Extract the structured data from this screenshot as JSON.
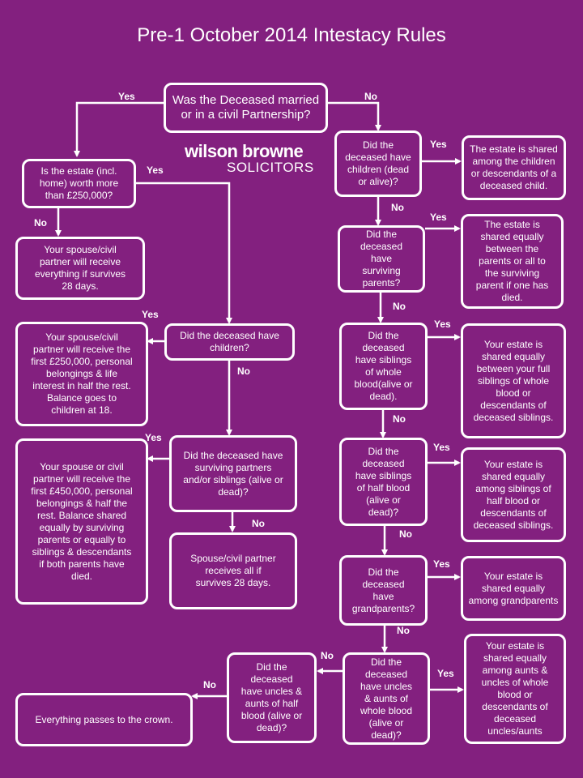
{
  "title": "Pre-1 October 2014 Intestacy Rules",
  "logo": {
    "line1": "wilson browne",
    "line2": "SOLICITORS"
  },
  "colors": {
    "background": "#83207f",
    "foreground": "#ffffff"
  },
  "nodes": {
    "q_married": "Was the Deceased married or in a civil Partnership?",
    "q_estate": "Is the estate (incl. home) worth more than £250,000?",
    "r_spouse_everything": "Your spouse/civil partner will receive everything if survives 28 days.",
    "q_children_spouse": "Did the deceased have children?",
    "r_spouse_250k": "Your spouse/civil partner will receive the first £250,000, personal belongings & life interest in half the rest. Balance goes to children at 18.",
    "q_parents_siblings": "Did the deceased have surviving partners and/or siblings (alive or dead)?",
    "r_spouse_450k": "Your spouse or civil partner will receive the first £450,000, personal belongings & half the rest. Balance shared equally by surviving parents or equally to siblings & descendants if both parents have died.",
    "r_spouse_all": "Spouse/civil partner receives all if survives 28 days.",
    "q_children": "Did the deceased have children (dead or alive)?",
    "r_children": "The estate is shared among the children or descendants of a deceased child.",
    "q_parents": "Did the deceased have surviving parents?",
    "r_parents": "The estate is shared equally between the parents or all to the surviving parent if one has died.",
    "q_whole_siblings": "Did the deceased have siblings of whole blood(alive or dead).",
    "r_whole_siblings": "Your estate is shared equally between your full siblings of whole blood or descendants of deceased siblings.",
    "q_half_siblings": "Did the deceased have siblings of half blood (alive or dead)?",
    "r_half_siblings": "Your estate is shared equally among siblings of half blood or descendants of deceased siblings.",
    "q_grandparents": "Did the deceased have grandparents?",
    "r_grandparents": "Your estate is shared equally among grandparents",
    "q_uncles_whole": "Did the deceased have uncles & aunts of whole blood (alive or dead)?",
    "r_uncles_whole": "Your estate is shared equally among aunts & uncles of whole blood or descendants of deceased uncles/aunts",
    "q_uncles_half": "Did the deceased have uncles & aunts of half blood (alive or dead)?",
    "r_crown": "Everything passes to the crown."
  },
  "labels": {
    "yes": "Yes",
    "no": "No"
  }
}
